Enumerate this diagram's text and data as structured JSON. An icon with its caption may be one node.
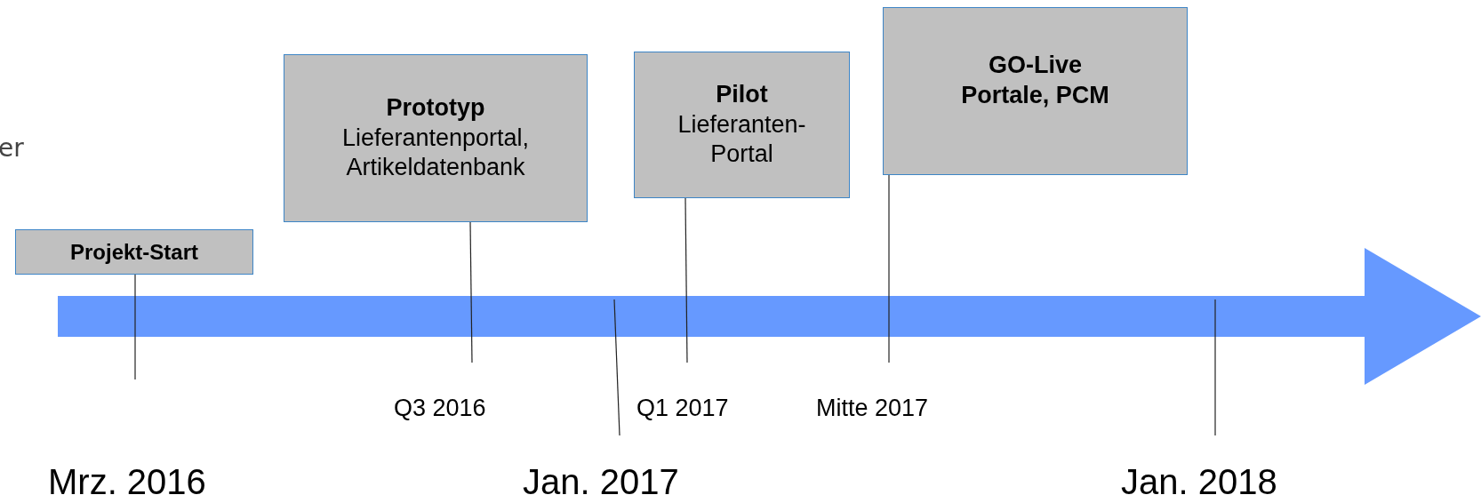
{
  "diagram": {
    "nodes": [
      {
        "text": [
          "Projekt-Start"
        ]
      },
      {
        "text": [
          "Prototyp",
          "Lieferantenportal, Artikeldatenbank"
        ]
      },
      {
        "text": [
          "Pilot",
          "Lieferanten-Portal"
        ]
      },
      {
        "text": [
          "GO-Live Portale, PCM"
        ]
      }
    ],
    "edges": [
      {
        "from": 0,
        "to": null,
        "arrow": "none"
      },
      {
        "from": 1,
        "to": null,
        "arrow": "none"
      },
      {
        "from": 2,
        "to": null,
        "arrow": "none"
      },
      {
        "from": 3,
        "to": null,
        "arrow": "none"
      }
    ],
    "labels": [
      "er",
      "Q3 2016",
      "Q1 2017",
      "Mitte 2017",
      "Mrz. 2016",
      "Jan. 2017",
      "Jan. 2018"
    ]
  }
}
